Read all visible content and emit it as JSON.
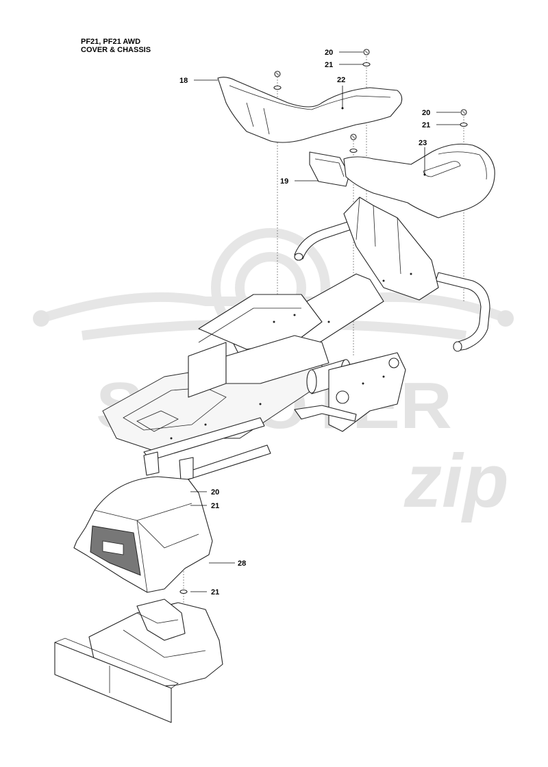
{
  "header": {
    "model_line": "PF21, PF21 AWD",
    "section_line": "COVER & CHASSIS"
  },
  "watermark": {
    "brand_text": "SCOOTER",
    "script_text": "zip"
  },
  "callouts": {
    "c20_top": "20",
    "c21_top": "21",
    "c18": "18",
    "c22": "22",
    "c20_right": "20",
    "c21_right": "21",
    "c23": "23",
    "c19": "19",
    "c20_hood": "20",
    "c21_hood": "21",
    "c28": "28",
    "c21_lower": "21"
  }
}
